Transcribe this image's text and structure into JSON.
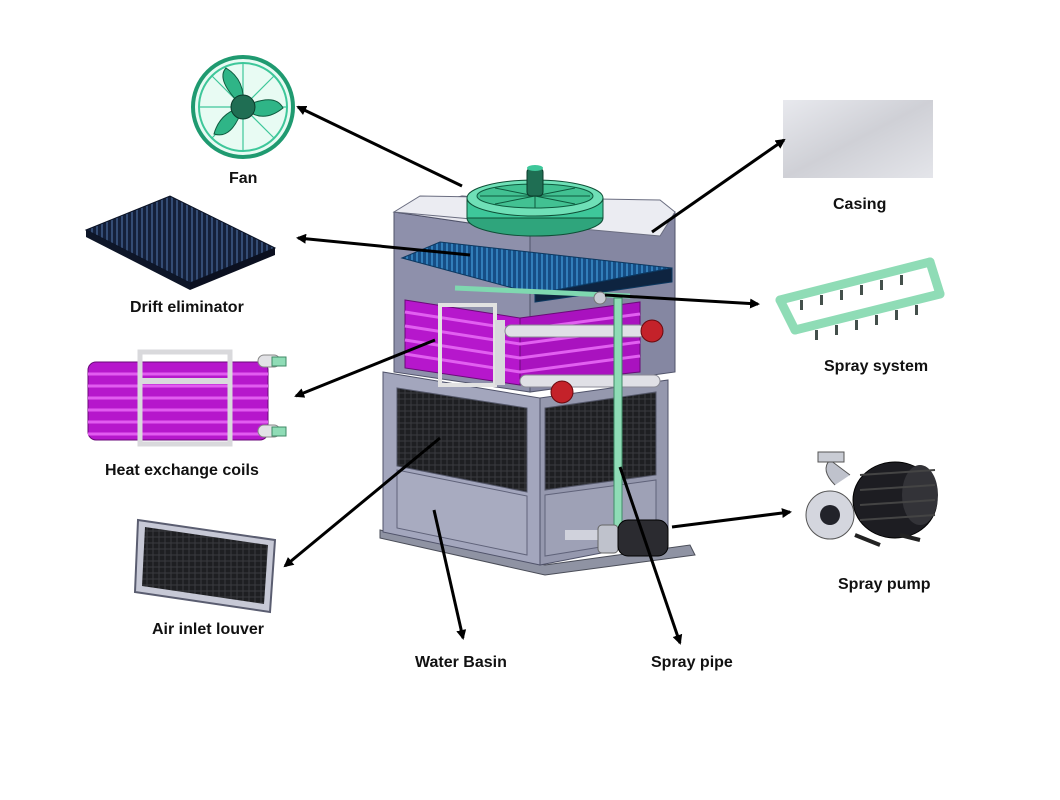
{
  "labels": {
    "fan": "Fan",
    "drift_eliminator": "Drift eliminator",
    "heat_exchange_coils": "Heat exchange coils",
    "air_inlet_louver": "Air inlet louver",
    "water_basin": "Water Basin",
    "spray_pipe": "Spray pipe",
    "spray_pump": "Spray pump",
    "spray_system": "Spray system",
    "casing": "Casing"
  },
  "colors": {
    "fan_green": "#3ec79a",
    "coil_magenta": "#c21ad6",
    "drift_blue": "#1e6fa8",
    "casing_gray": "#b9bcc8",
    "louver_dark": "#222326",
    "arrow": "#000000"
  }
}
